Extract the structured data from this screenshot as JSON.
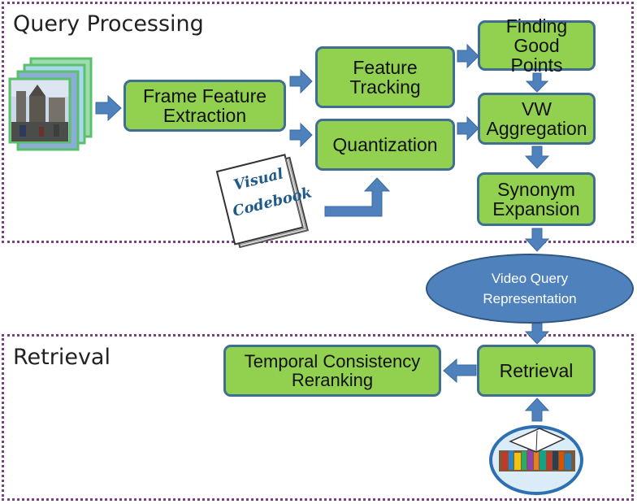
{
  "regions": {
    "query_processing": "Query Processing",
    "retrieval": "Retrieval"
  },
  "nodes": {
    "frame_feature_extraction": "Frame Feature Extraction",
    "feature_tracking": "Feature Tracking",
    "finding_good_points": "Finding Good Points",
    "quantization": "Quantization",
    "vw_aggregation": "VW Aggregation",
    "synonym_expansion": "Synonym Expansion",
    "video_query_representation": "Video Query Representation",
    "retrieval": "Retrieval",
    "temporal_consistency_reranking": "Temporal Consistency Reranking"
  },
  "codebook": {
    "line1": "Visual",
    "line2": "Codebook"
  },
  "colors": {
    "box_fill": "#92d050",
    "box_border": "#3f6e93",
    "arrow": "#4f81bd",
    "ellipse": "#4f81bd",
    "region_border": "#7b3f86"
  }
}
